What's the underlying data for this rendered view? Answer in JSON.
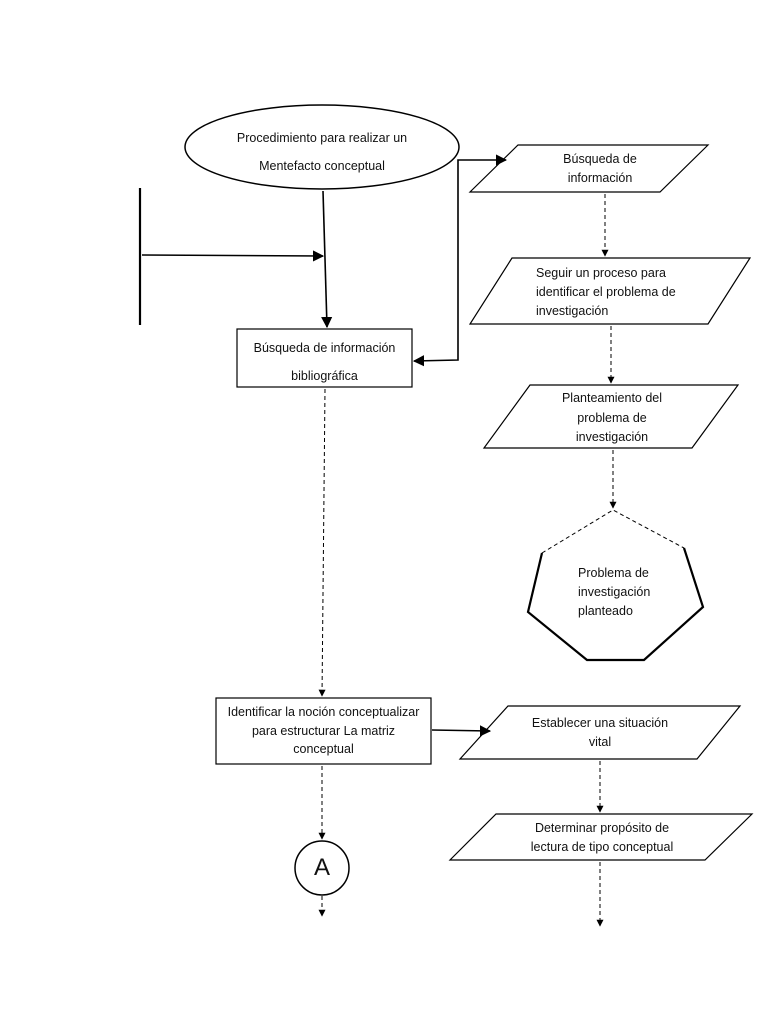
{
  "nodes": {
    "start": {
      "lines": [
        "Procedimiento para realizar un",
        "Mentefacto conceptual"
      ]
    },
    "busqueda_bibliografica": {
      "lines": [
        "Búsqueda de información",
        "bibliográfica"
      ]
    },
    "busqueda_informacion": {
      "lines": [
        "Búsqueda de",
        "información"
      ]
    },
    "seguir_proceso": {
      "lines": [
        "Seguir un proceso para",
        "identificar el problema de",
        "investigación"
      ]
    },
    "planteamiento": {
      "lines": [
        "Planteamiento del",
        "problema de",
        "investigación"
      ]
    },
    "problema_planteado": {
      "lines": [
        "Problema de",
        "investigación",
        "planteado"
      ]
    },
    "identificar_nocion": {
      "lines": [
        "Identificar la noción conceptualizar",
        "para estructurar La matriz",
        "conceptual"
      ]
    },
    "situacion_vital": {
      "lines": [
        "Establecer una situación",
        "vital"
      ]
    },
    "proposito_lectura": {
      "lines": [
        "Determinar propósito de",
        "lectura de tipo conceptual"
      ]
    },
    "connector_a": {
      "label": "A"
    }
  }
}
